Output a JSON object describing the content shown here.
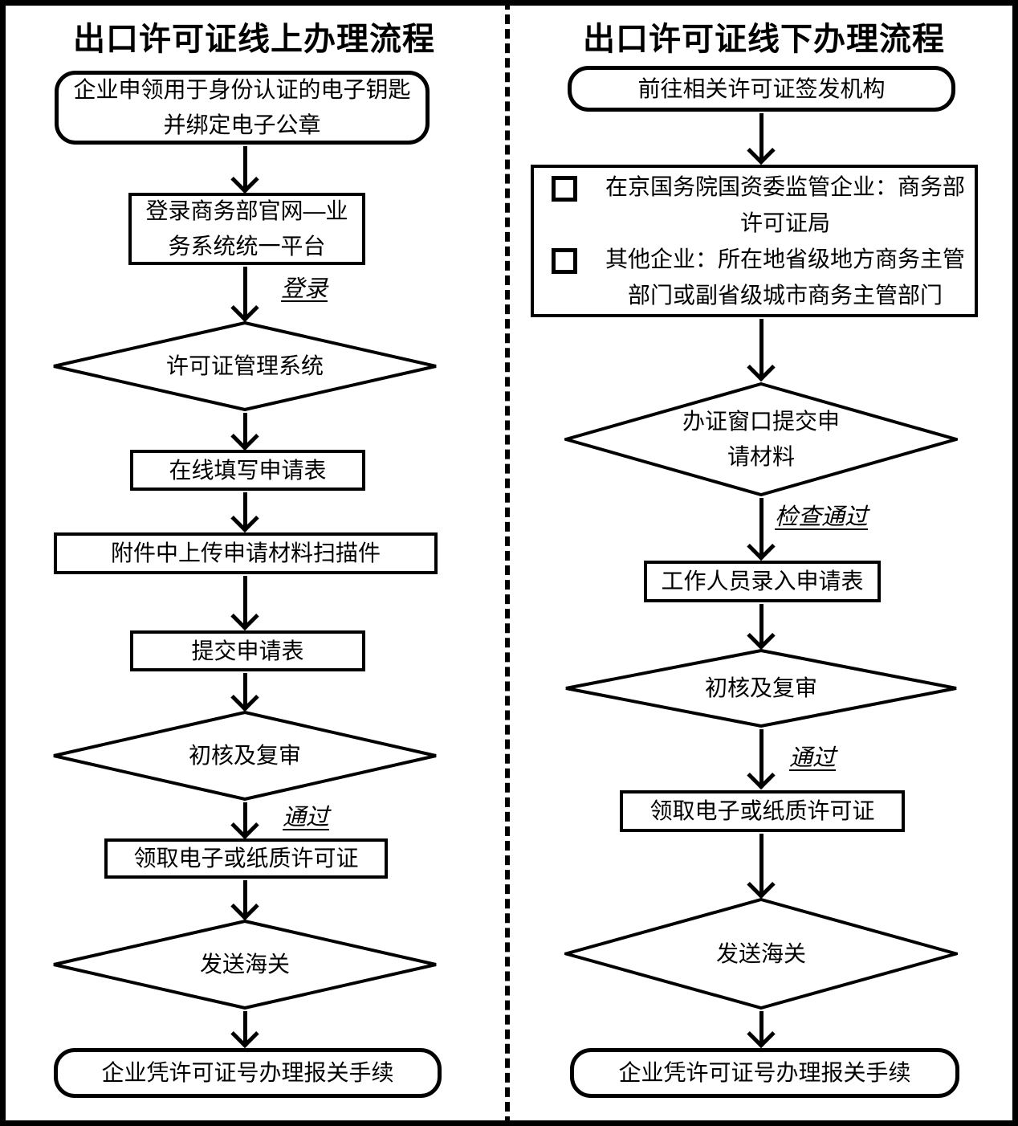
{
  "page": {
    "background": "#ffffff",
    "ink": "#000000"
  },
  "left_flow": {
    "title": "出口许可证线上办理流程",
    "steps": [
      {
        "shape": "terminator",
        "text": "企业申领用于身份认证的电子钥匙并绑定电子公章"
      },
      {
        "shape": "process",
        "text": "登录商务部官网—业务系统统一平台"
      },
      {
        "shape": "decision",
        "text": "许可证管理系统"
      },
      {
        "shape": "process",
        "text": "在线填写申请表"
      },
      {
        "shape": "process",
        "text": "附件中上传申请材料扫描件"
      },
      {
        "shape": "process",
        "text": "提交申请表"
      },
      {
        "shape": "decision",
        "text": "初核及复审"
      },
      {
        "shape": "process",
        "text": "领取电子或纸质许可证"
      },
      {
        "shape": "decision",
        "text": "发送海关"
      },
      {
        "shape": "terminator",
        "text": "企业凭许可证号办理报关手续"
      }
    ],
    "edge_labels": [
      {
        "text": "登录"
      },
      {
        "text": "通过"
      }
    ]
  },
  "right_flow": {
    "title": "出口许可证线下办理流程",
    "steps": [
      {
        "shape": "terminator",
        "text": "前往相关许可证签发机构"
      },
      {
        "shape": "process",
        "bullets": [
          "在京国务院国资委监管企业：商务部许可证局",
          "其他企业：所在地省级地方商务主管部门或副省级城市商务主管部门"
        ]
      },
      {
        "shape": "decision",
        "text": "办证窗口提交申请材料"
      },
      {
        "shape": "process",
        "text": "工作人员录入申请表"
      },
      {
        "shape": "decision",
        "text": "初核及复审"
      },
      {
        "shape": "process",
        "text": "领取电子或纸质许可证"
      },
      {
        "shape": "decision",
        "text": "发送海关"
      },
      {
        "shape": "terminator",
        "text": "企业凭许可证号办理报关手续"
      }
    ],
    "edge_labels": [
      {
        "text": "检查通过"
      },
      {
        "text": "通过"
      }
    ]
  }
}
